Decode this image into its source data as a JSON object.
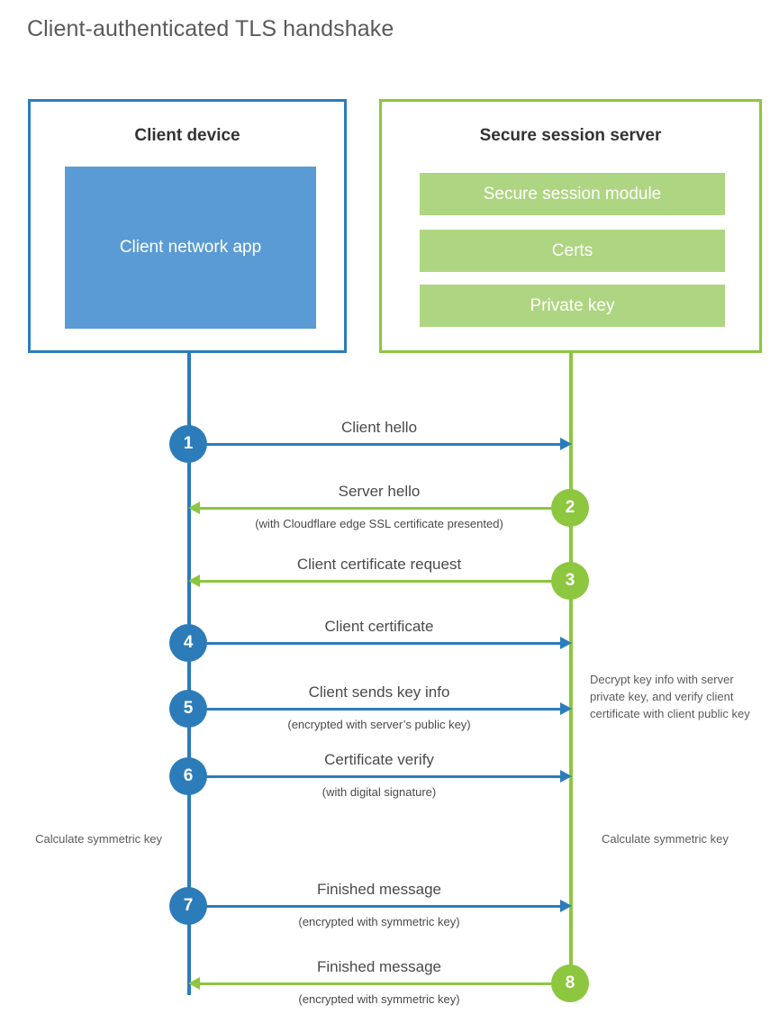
{
  "page": {
    "title": "Client-authenticated TLS handshake"
  },
  "colors": {
    "blue_border": "#2C7CBA",
    "blue_fill": "#5B9BD5",
    "green_border": "#8DC63F",
    "green_fill": "#AED581",
    "text": "#4a4a4a"
  },
  "actors": {
    "client": {
      "title": "Client device",
      "app_label": "Client network app"
    },
    "server": {
      "title": "Secure session server",
      "blocks": [
        "Secure session module",
        "Certs",
        "Private key"
      ]
    }
  },
  "steps": [
    {
      "number": "1",
      "label": "Client hello",
      "sublabel": "",
      "direction": "right",
      "color": "blue"
    },
    {
      "number": "2",
      "label": "Server hello",
      "sublabel": "(with Cloudflare edge SSL certificate presented)",
      "direction": "left",
      "color": "green"
    },
    {
      "number": "3",
      "label": "Client certificate request",
      "sublabel": "",
      "direction": "left",
      "color": "green"
    },
    {
      "number": "4",
      "label": "Client certificate",
      "sublabel": "",
      "direction": "right",
      "color": "blue"
    },
    {
      "number": "5",
      "label": "Client sends key info",
      "sublabel": "(encrypted with server’s public key)",
      "direction": "right",
      "color": "blue"
    },
    {
      "number": "6",
      "label": "Certificate verify",
      "sublabel": "(with digital signature)",
      "direction": "right",
      "color": "blue"
    },
    {
      "number": "7",
      "label": "Finished message",
      "sublabel": "(encrypted with symmetric key)",
      "direction": "right",
      "color": "blue"
    },
    {
      "number": "8",
      "label": "Finished message",
      "sublabel": "(encrypted with symmetric key)",
      "direction": "left",
      "color": "green"
    }
  ],
  "notes": {
    "decrypt": "Decrypt key info with server private key, and verify client certificate with client public key",
    "calculate_client": "Calculate symmetric key",
    "calculate_server": "Calculate symmetric key"
  }
}
